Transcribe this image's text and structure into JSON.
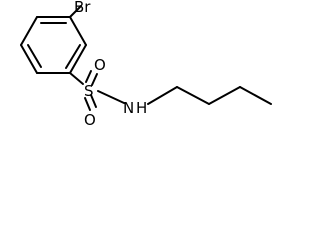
{
  "molecule": {
    "atoms": {
      "bromine": "Br",
      "sulfur": "S",
      "oxygen_top": "O",
      "oxygen_bottom": "O",
      "nitrogen": "N",
      "hydrogen": "H"
    }
  }
}
